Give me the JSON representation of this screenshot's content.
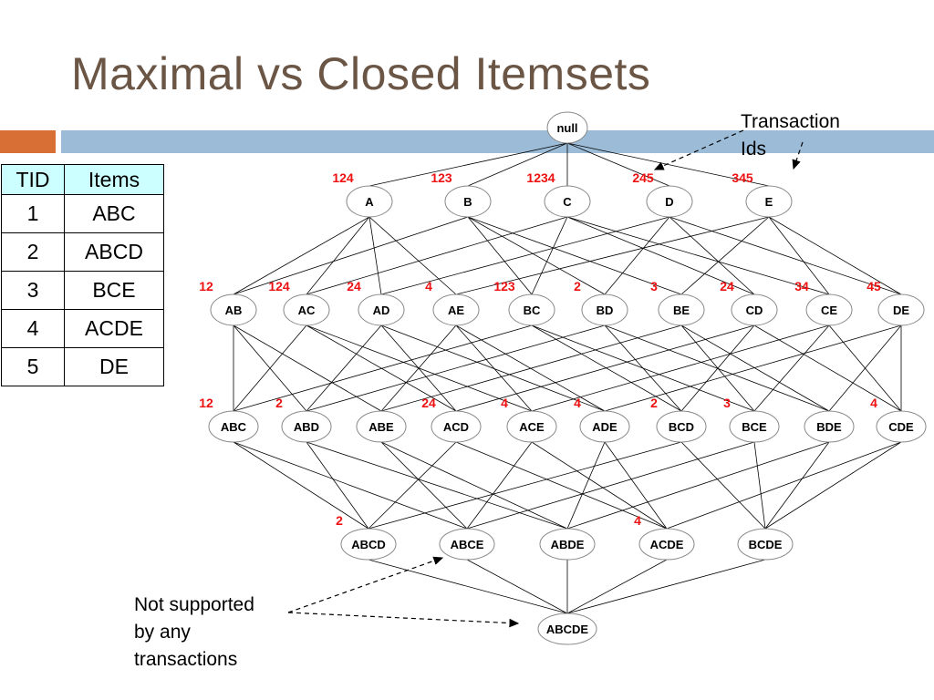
{
  "title": "Maximal vs Closed Itemsets",
  "table": {
    "headers": [
      "TID",
      "Items"
    ],
    "rows": [
      [
        "1",
        "ABC"
      ],
      [
        "2",
        "ABCD"
      ],
      [
        "3",
        "BCE"
      ],
      [
        "4",
        "ACDE"
      ],
      [
        "5",
        "DE"
      ]
    ]
  },
  "lattice": {
    "levels": [
      [
        {
          "id": "null",
          "tids": ""
        }
      ],
      [
        {
          "id": "A",
          "tids": "124"
        },
        {
          "id": "B",
          "tids": "123"
        },
        {
          "id": "C",
          "tids": "1234"
        },
        {
          "id": "D",
          "tids": "245"
        },
        {
          "id": "E",
          "tids": "345"
        }
      ],
      [
        {
          "id": "AB",
          "tids": "12"
        },
        {
          "id": "AC",
          "tids": "124"
        },
        {
          "id": "AD",
          "tids": "24"
        },
        {
          "id": "AE",
          "tids": "4"
        },
        {
          "id": "BC",
          "tids": "123"
        },
        {
          "id": "BD",
          "tids": "2"
        },
        {
          "id": "BE",
          "tids": "3"
        },
        {
          "id": "CD",
          "tids": "24"
        },
        {
          "id": "CE",
          "tids": "34"
        },
        {
          "id": "DE",
          "tids": "45"
        }
      ],
      [
        {
          "id": "ABC",
          "tids": "12"
        },
        {
          "id": "ABD",
          "tids": "2"
        },
        {
          "id": "ABE",
          "tids": ""
        },
        {
          "id": "ACD",
          "tids": "24"
        },
        {
          "id": "ACE",
          "tids": "4"
        },
        {
          "id": "ADE",
          "tids": "4"
        },
        {
          "id": "BCD",
          "tids": "2"
        },
        {
          "id": "BCE",
          "tids": "3"
        },
        {
          "id": "BDE",
          "tids": ""
        },
        {
          "id": "CDE",
          "tids": "4"
        }
      ],
      [
        {
          "id": "ABCD",
          "tids": "2"
        },
        {
          "id": "ABCE",
          "tids": ""
        },
        {
          "id": "ABDE",
          "tids": ""
        },
        {
          "id": "ACDE",
          "tids": "4"
        },
        {
          "id": "BCDE",
          "tids": ""
        }
      ],
      [
        {
          "id": "ABCDE",
          "tids": ""
        }
      ]
    ]
  },
  "annotations": {
    "transaction_ids": [
      "Transaction",
      "Ids"
    ],
    "not_supported": [
      "Not supported",
      "by any",
      "transactions"
    ]
  },
  "colors": {
    "title": "#6b5646",
    "accent_orange": "#d86f35",
    "accent_blue": "#9bbbd7",
    "tid_label": "#ee1111",
    "table_header": "#ccffff"
  }
}
